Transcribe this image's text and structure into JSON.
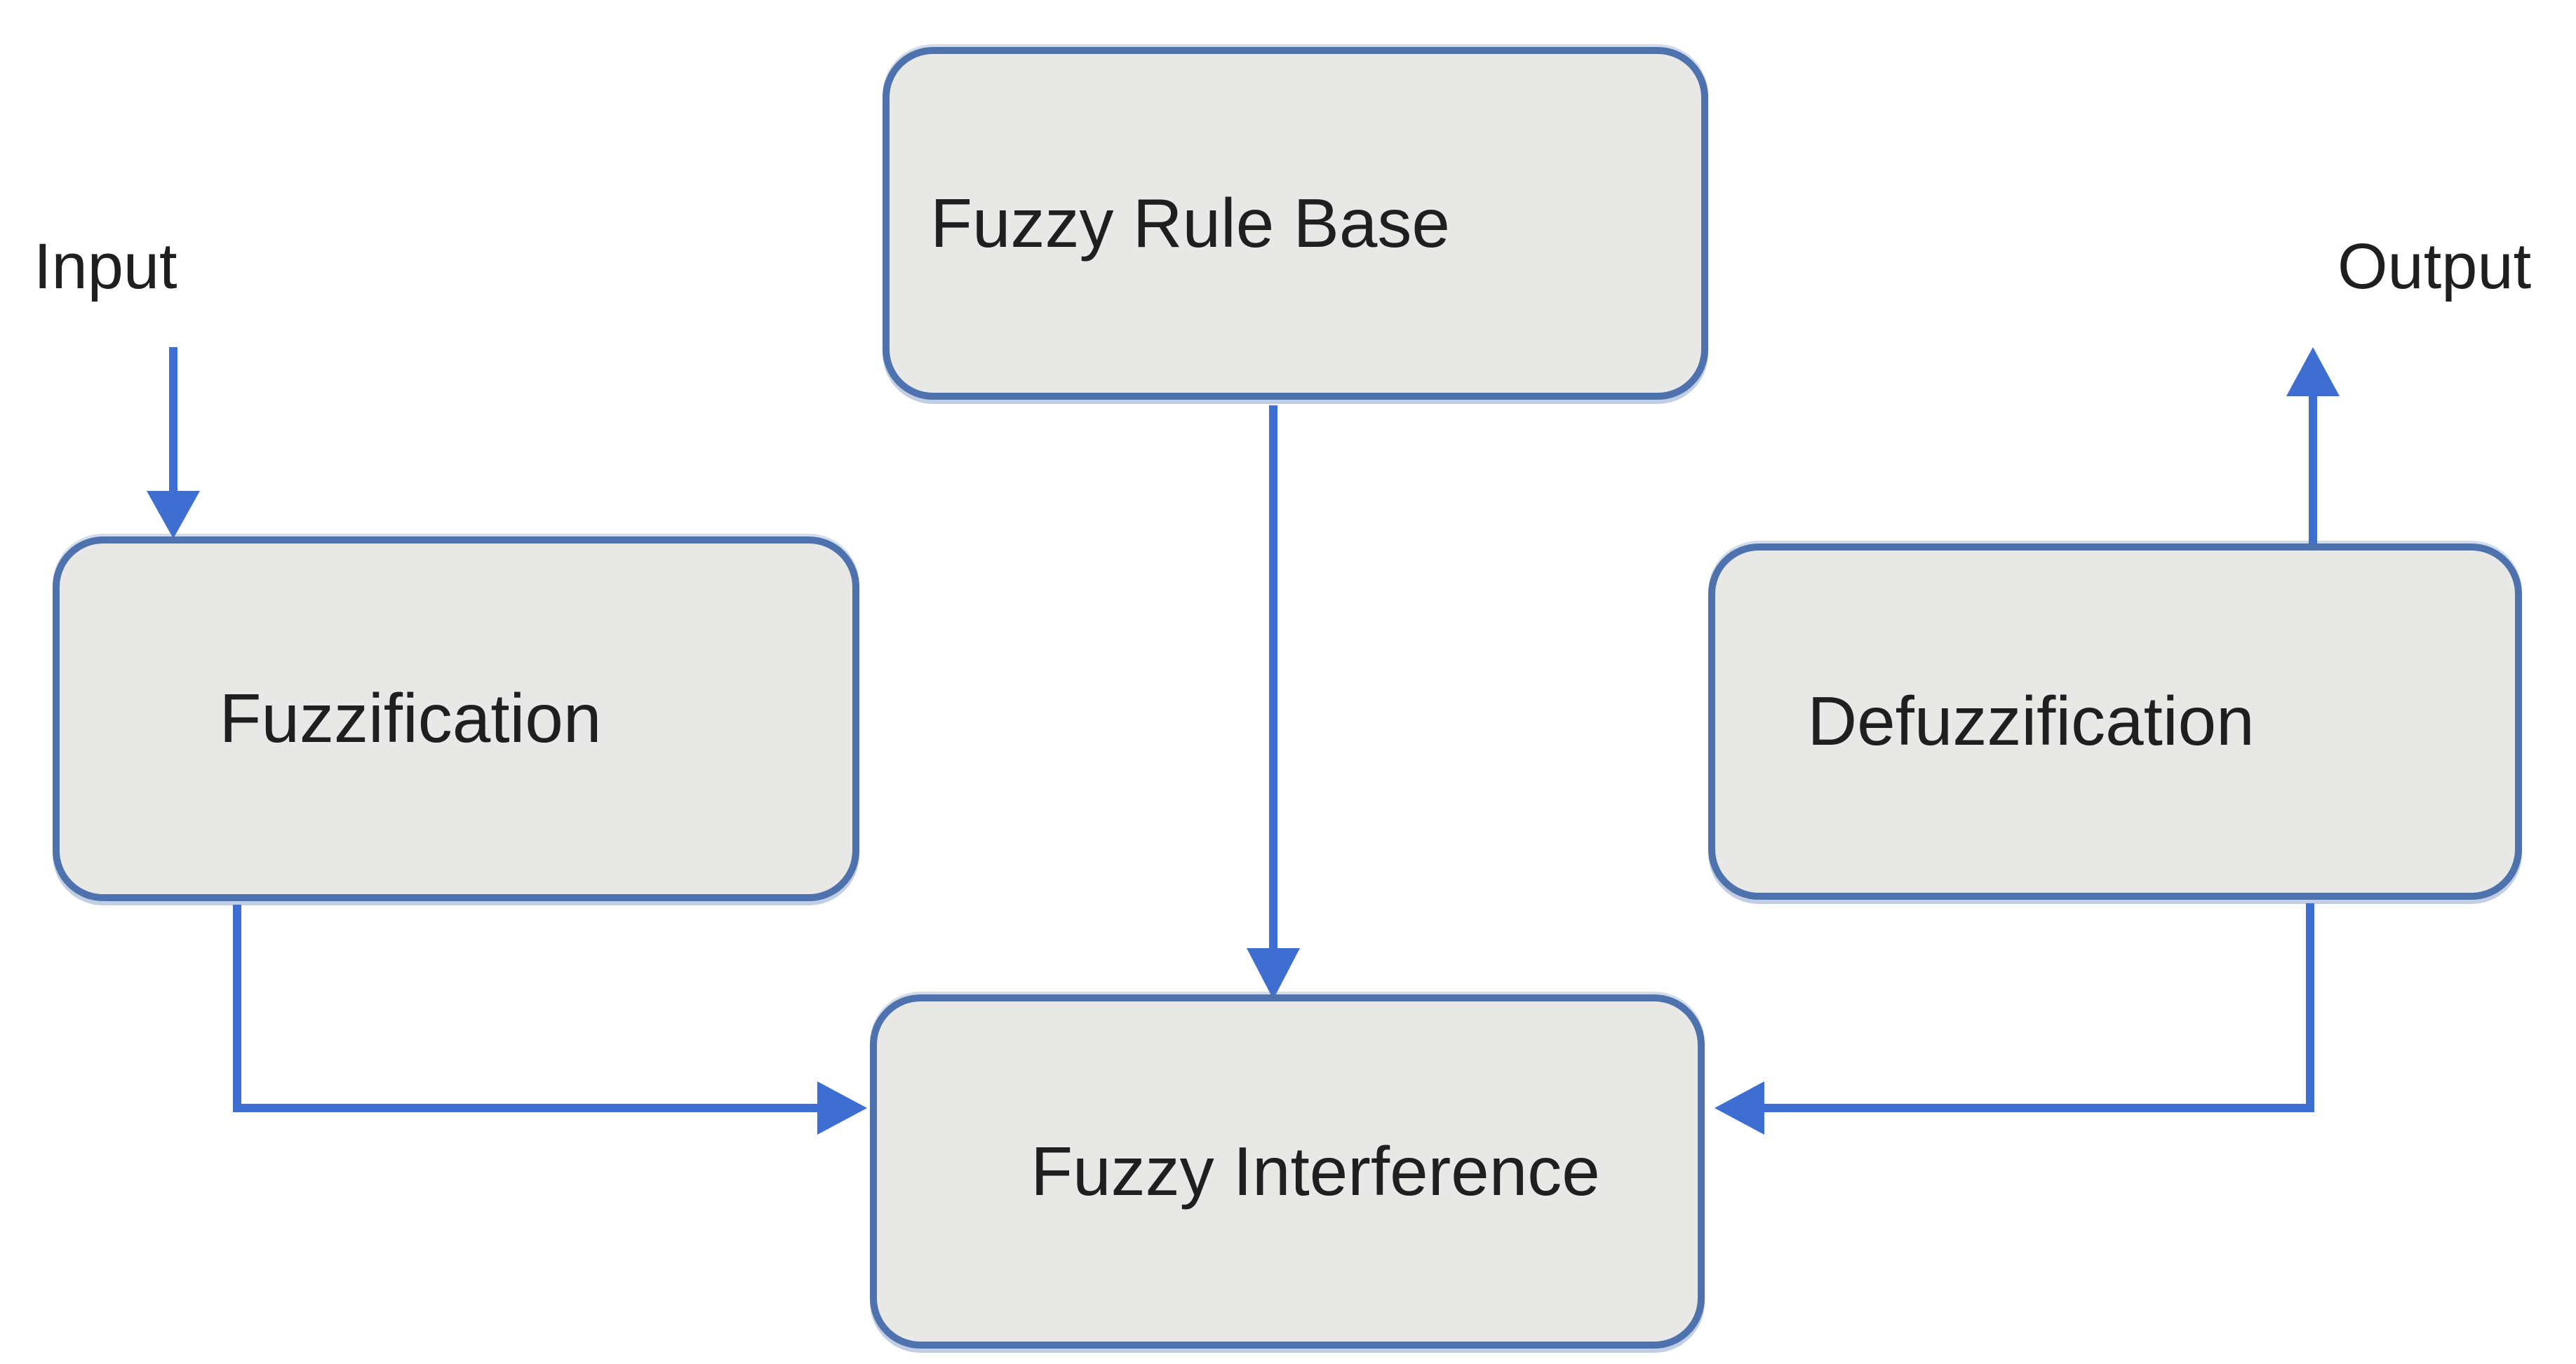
{
  "diagram": {
    "nodes": {
      "fuzzy_rule_base": {
        "label": "Fuzzy Rule Base"
      },
      "fuzzification": {
        "label": "Fuzzification"
      },
      "defuzzification": {
        "label": "Defuzzification"
      },
      "fuzzy_interference": {
        "label": "Fuzzy Interference"
      }
    },
    "io_labels": {
      "input": "Input",
      "output": "Output"
    },
    "edges": [
      {
        "from": "Input",
        "to": "Fuzzification",
        "shape": "straight",
        "arrow_direction": "down"
      },
      {
        "from": "Fuzzy Rule Base",
        "to": "Fuzzy Interference",
        "shape": "straight",
        "arrow_direction": "down"
      },
      {
        "from": "Fuzzification",
        "to": "Fuzzy Interference",
        "shape": "elbow",
        "arrow_direction": "right"
      },
      {
        "from": "Defuzzification",
        "to": "Fuzzy Interference",
        "shape": "elbow",
        "arrow_direction": "left"
      },
      {
        "from": "Defuzzification",
        "to": "Output",
        "shape": "straight",
        "arrow_direction": "up"
      }
    ],
    "colors": {
      "background": "#ffffff",
      "box_fill": "#e8e8e6",
      "box_border": "#4d72ae",
      "arrow": "#3e6ed2",
      "text": "#1f1f1f"
    }
  }
}
